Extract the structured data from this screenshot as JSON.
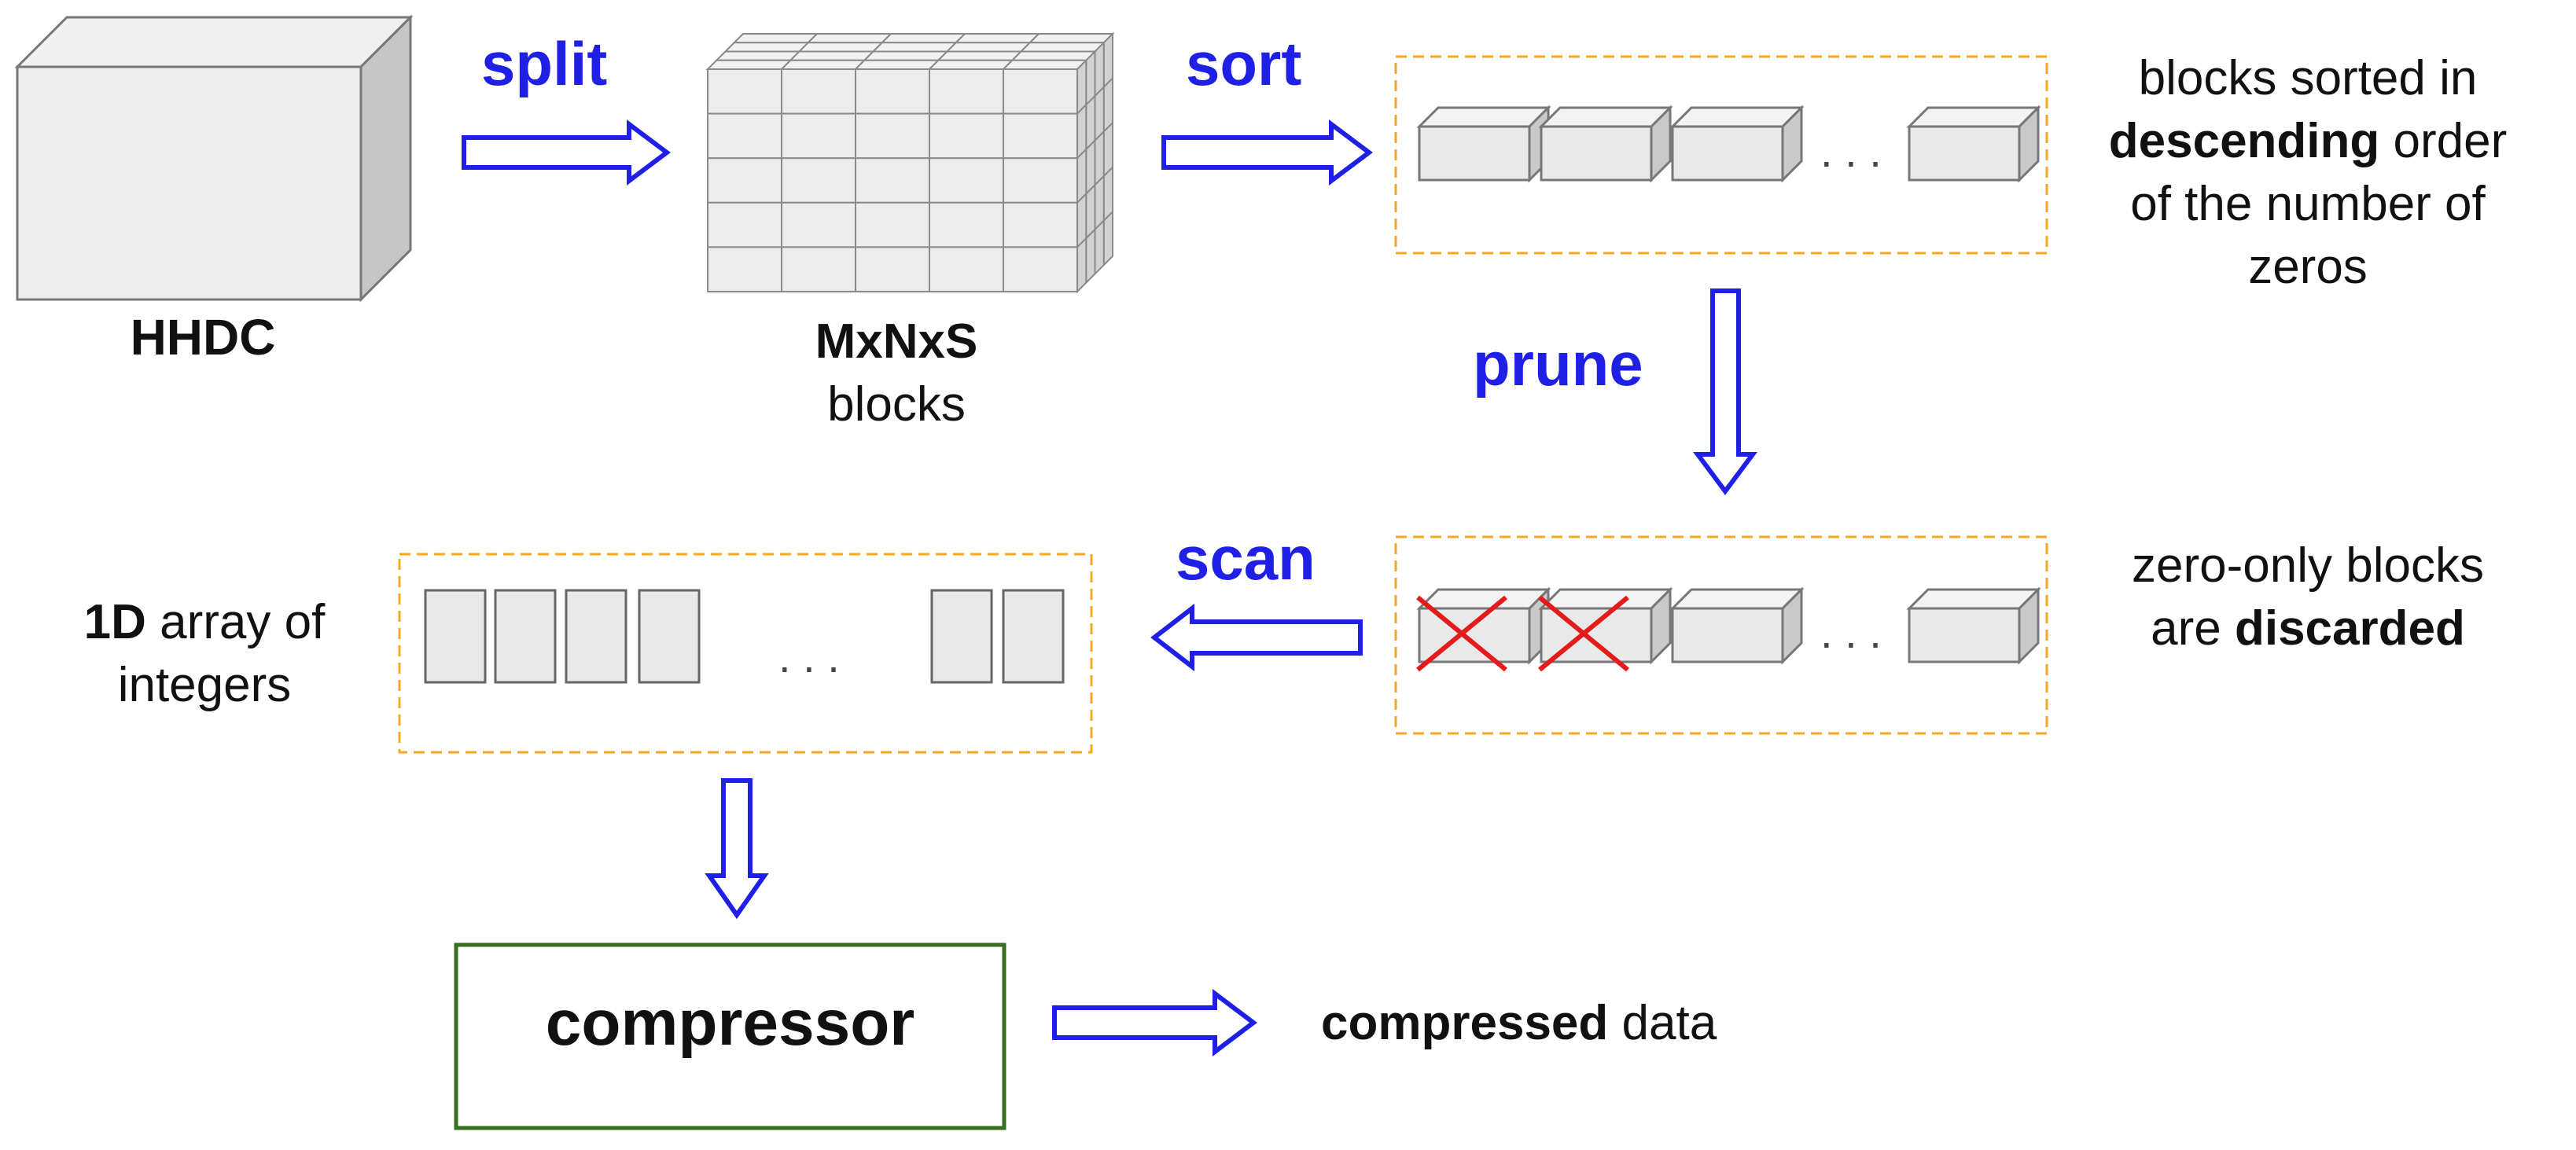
{
  "hhdc_label": "HHDC",
  "blocks_label": {
    "bold": "MxNxS",
    "normal": "blocks"
  },
  "steps": {
    "split": "split",
    "sort": "sort",
    "prune": "prune",
    "scan": "scan"
  },
  "sorted_note": {
    "line1": "blocks sorted in",
    "line2_bold": "descending",
    "line2_rest": " order",
    "line3": "of the number of",
    "line4": "zeros"
  },
  "discard_note": {
    "line1": "zero-only blocks",
    "line2_pre": "are ",
    "line2_bold": "discarded"
  },
  "array_label": {
    "bold": "1D",
    "line1_rest": " array of",
    "line2": "integers"
  },
  "compressor_label": "compressor",
  "output_label": {
    "bold": "compressed",
    "rest": " data"
  },
  "ellipsis": ". . .",
  "colors": {
    "arrow": "#1f1fe6",
    "dashed_border": "#f5a623",
    "compressor_border": "#3a6e22",
    "block_fill": "#e9e9e9",
    "block_side": "#c9c9c9",
    "cross": "#e41b1b"
  }
}
